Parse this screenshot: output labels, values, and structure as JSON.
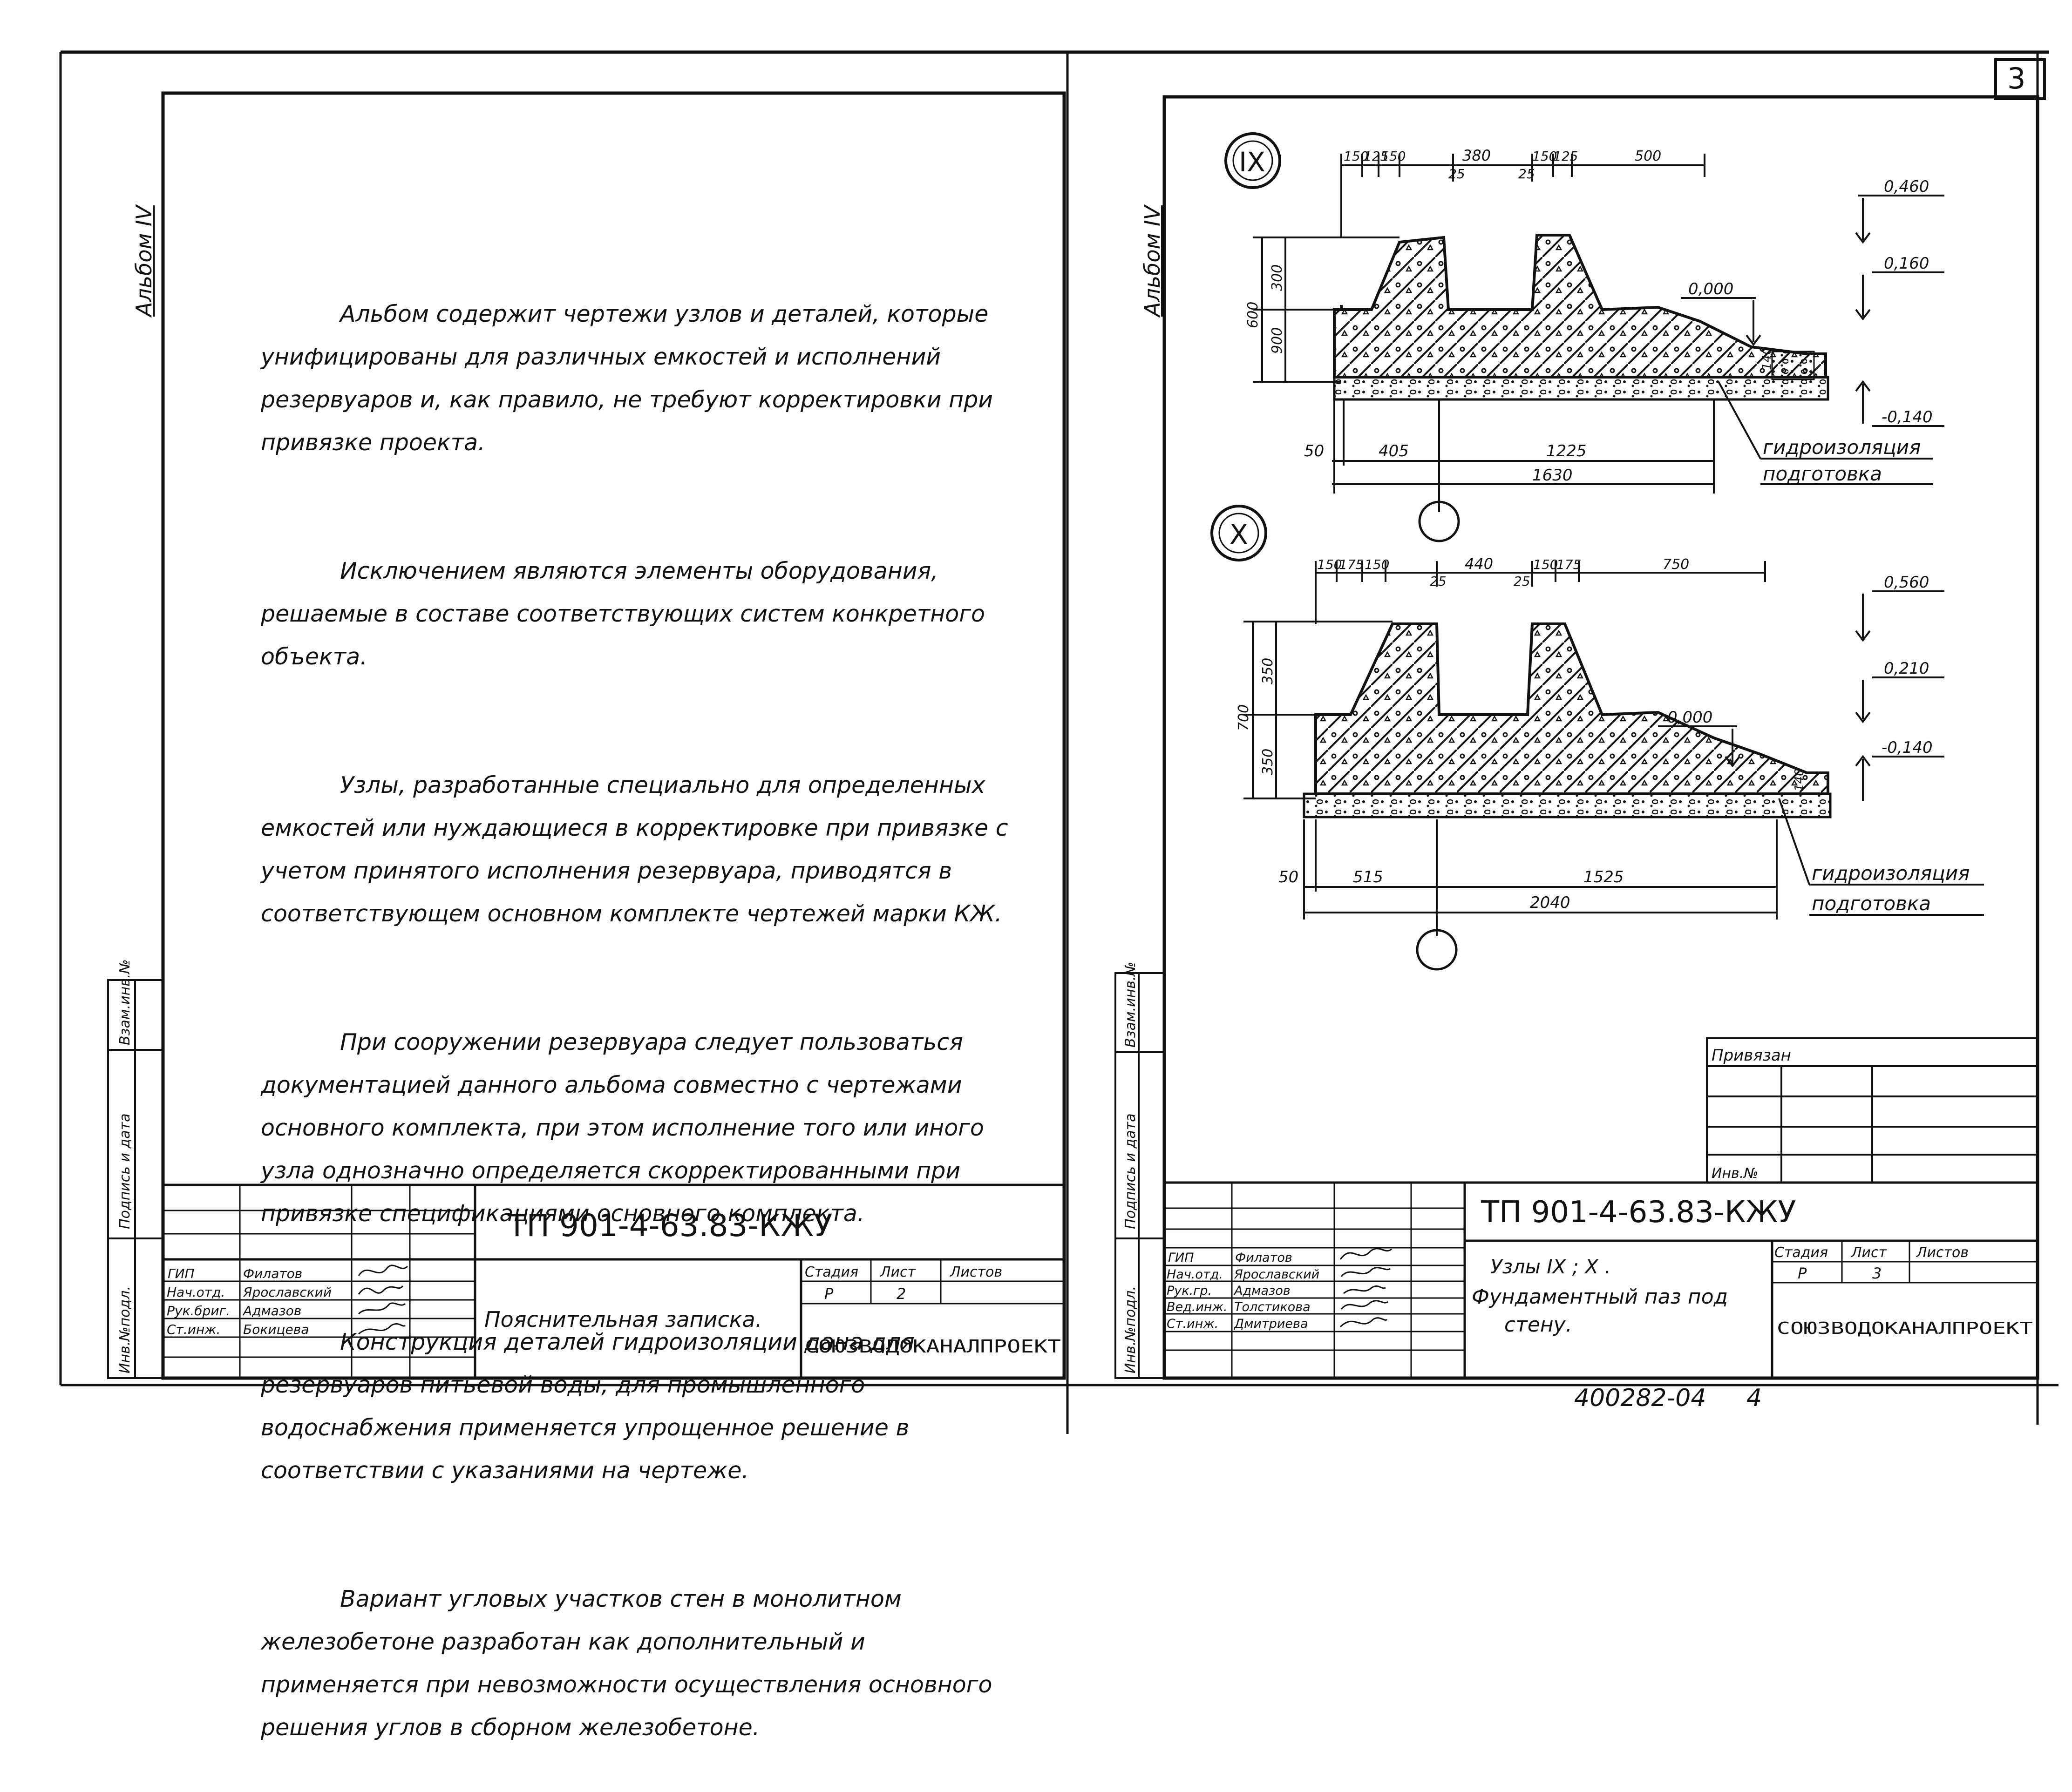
{
  "sheet_number": "3",
  "album_label": "Альбом IV",
  "left_sheet": {
    "paragraphs": [
      "Альбом содержит чертежи узлов и деталей, которые унифицированы для различных емкостей и исполнений резервуаров и, как правило, не требуют корректировки при привязке проекта.",
      "Исключением являются элементы оборудования, решаемые в составе соответствующих систем конкретного объекта.",
      "Узлы, разработанные специально для определенных емкостей или нуждающиеся в корректировке при привязке с учетом принятого исполнения резервуара, приводятся в соответствующем основном комплекте чертежей марки КЖ.",
      "При сооружении резервуара следует пользоваться документацией данного альбома совместно с чертежами основного комплекта, при этом исполнение того или иного узла однозначно определяется скорректированными при привязке спецификациями основного комплекта.",
      "Конструкция деталей гидроизоляции дана для резервуаров питьевой воды, для промышленного водоснабжения применяется упрощенное решение в соответствии с указаниями на чертеже.",
      "Вариант угловых участков стен в монолитном железобетоне разработан как дополнительный и применяется при невозможности осуществления основного решения углов в сборном железобетоне."
    ],
    "side_labels": [
      "Инв.№подл.",
      "Подпись и дата",
      "Взам.инв.№"
    ],
    "title_block": {
      "code": "ТП 901-4-63.83-КЖУ",
      "title": "Пояснительная записка.",
      "roles": [
        "ГИП",
        "Нач.отд.",
        "Рук.бриг.",
        "Ст.инж."
      ],
      "names": [
        "Филатов",
        "Ярославский",
        "Адмазов",
        "Бокицева"
      ],
      "stage_header": "Стадия",
      "sheet_header": "Лист",
      "sheets_header": "Листов",
      "stage": "Р",
      "sheet": "2",
      "org": "СОЮЗВОДОКАНАЛПРОЕКТ"
    }
  },
  "right_sheet": {
    "node_ix": {
      "label": "IX",
      "dims_top": [
        "150",
        "125",
        "150",
        "380",
        "150",
        "125",
        "500",
        "25",
        "25"
      ],
      "dims_left": [
        "300",
        "900",
        "600"
      ],
      "dims_bottom": [
        "50",
        "405",
        "1225",
        "1630"
      ],
      "thickness": "140",
      "levels": [
        "0,460",
        "0,160",
        "0,000",
        "-0,140"
      ],
      "notes": [
        "гидроизоляция",
        "подготовка"
      ]
    },
    "node_x": {
      "label": "X",
      "dims_top": [
        "150",
        "175",
        "150",
        "440",
        "150",
        "175",
        "750",
        "25",
        "25"
      ],
      "dims_left": [
        "350",
        "700",
        "350"
      ],
      "dims_bottom": [
        "50",
        "515",
        "1525",
        "2040"
      ],
      "thickness": "140",
      "levels": [
        "0,560",
        "0,210",
        "0,000",
        "-0,140"
      ],
      "notes": [
        "гидроизоляция",
        "подготовка"
      ]
    },
    "side_labels": [
      "Инв.№подл.",
      "Подпись и дата",
      "Взам.инв.№"
    ],
    "binding_label": "Привязан",
    "inv_label": "Инв.№",
    "title_block": {
      "code": "ТП 901-4-63.83-КЖУ",
      "title_line1": "Узлы IX ; X .",
      "title_line2": "Фундаментный паз под",
      "title_line3": "стену.",
      "roles": [
        "ГИП",
        "Нач.отд.",
        "Рук.гр.",
        "Вед.инж.",
        "Ст.инж."
      ],
      "names": [
        "Филатов",
        "Ярославский",
        "Адмазов",
        "Толстикова",
        "Дмитриева"
      ],
      "stage_header": "Стадия",
      "sheet_header": "Лист",
      "sheets_header": "Листов",
      "stage": "Р",
      "sheet": "3",
      "org": "СОЮЗВОДОКАНАЛПРОЕКТ"
    },
    "footer_code": "400282-04",
    "footer_num": "4"
  }
}
